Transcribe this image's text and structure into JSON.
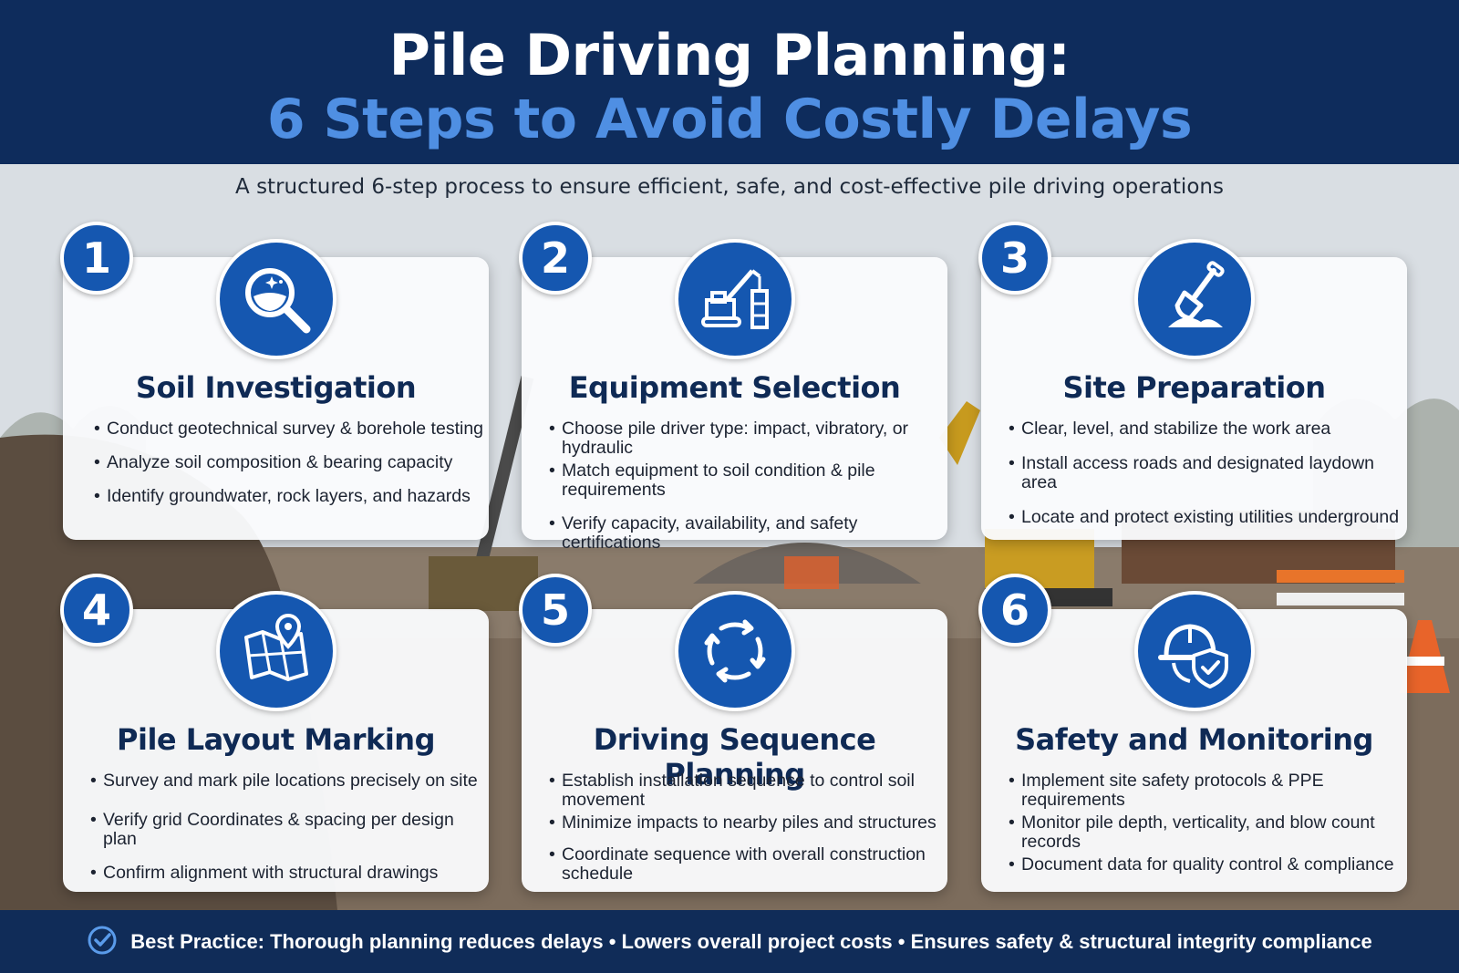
{
  "header": {
    "title_line1": "Pile Driving Planning:",
    "title_line2": "6 Steps to Avoid Costly Delays"
  },
  "subtitle": "A structured 6-step process to ensure efficient, safe, and cost-effective pile driving operations",
  "colors": {
    "header_bg": "#0e2c5c",
    "accent_blue": "#1557b0",
    "title_highlight": "#4f8fe3",
    "heading_text": "#0f2a55",
    "footer_bg": "#102c58"
  },
  "steps": [
    {
      "number": "1",
      "icon": "magnifier-soil-icon",
      "title": "Soil Investigation",
      "bullets": [
        "Conduct geotechnical survey & borehole testing",
        "Analyze soil composition & bearing capacity",
        "Identify groundwater, rock layers, and hazards"
      ]
    },
    {
      "number": "2",
      "icon": "pile-driver-crane-icon",
      "title": "Equipment Selection",
      "bullets": [
        "Choose pile driver type: impact, vibratory, or hydraulic",
        "Match equipment to soil condition & pile requirements",
        "Verify capacity, availability, and safety certifications"
      ]
    },
    {
      "number": "3",
      "icon": "shovel-icon",
      "title": "Site Preparation",
      "bullets": [
        "Clear, level, and stabilize the work area",
        "Install access roads and designated laydown area",
        "Locate and protect existing utilities underground"
      ]
    },
    {
      "number": "4",
      "icon": "map-pin-icon",
      "title": "Pile Layout Marking",
      "bullets": [
        "Survey and mark pile locations precisely on site",
        "Verify grid Coordinates & spacing per design plan",
        "Confirm alignment with structural drawings"
      ]
    },
    {
      "number": "5",
      "icon": "cycle-arrows-icon",
      "title": "Driving Sequence Planning",
      "bullets": [
        "Establish installation sequence to control soil movement",
        "Minimize impacts to nearby piles and structures",
        "Coordinate sequence with overall construction schedule"
      ]
    },
    {
      "number": "6",
      "icon": "hardhat-shield-icon",
      "title": "Safety and Monitoring",
      "bullets": [
        "Implement site safety protocols & PPE requirements",
        "Monitor pile depth, verticality, and blow count records",
        "Document data for quality control & compliance"
      ]
    }
  ],
  "footer": {
    "icon": "check-circle-icon",
    "text": "Best Practice: Thorough planning reduces delays • Lowers overall project costs • Ensures safety & structural integrity compliance"
  }
}
